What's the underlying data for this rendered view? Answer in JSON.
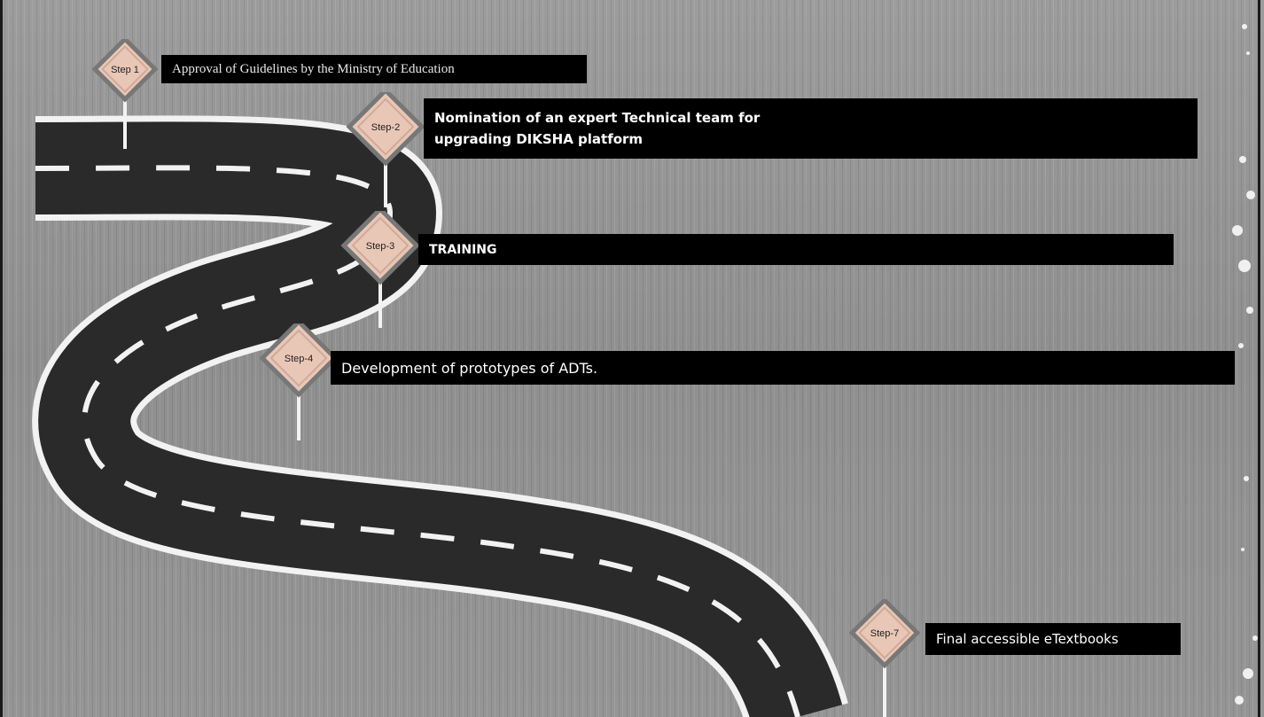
{
  "steps": [
    {
      "badge": "Step 1",
      "text": "Approval of Guidelines by the Ministry of Education"
    },
    {
      "badge": "Step-2",
      "line1": "Nomination of an expert Technical team for",
      "line2": "upgrading DIKSHA platform"
    },
    {
      "badge": "Step-3",
      "text": "TRAINING"
    },
    {
      "badge": "Step-4",
      "text": "Development of prototypes of ADTs."
    },
    {
      "badge": "Step-7",
      "text": "Final accessible eTextbooks"
    }
  ],
  "colors": {
    "road": "#2a2a2a",
    "edge": "#f2f2f2",
    "sign": "#e9c7b6",
    "banner": "#000000"
  }
}
